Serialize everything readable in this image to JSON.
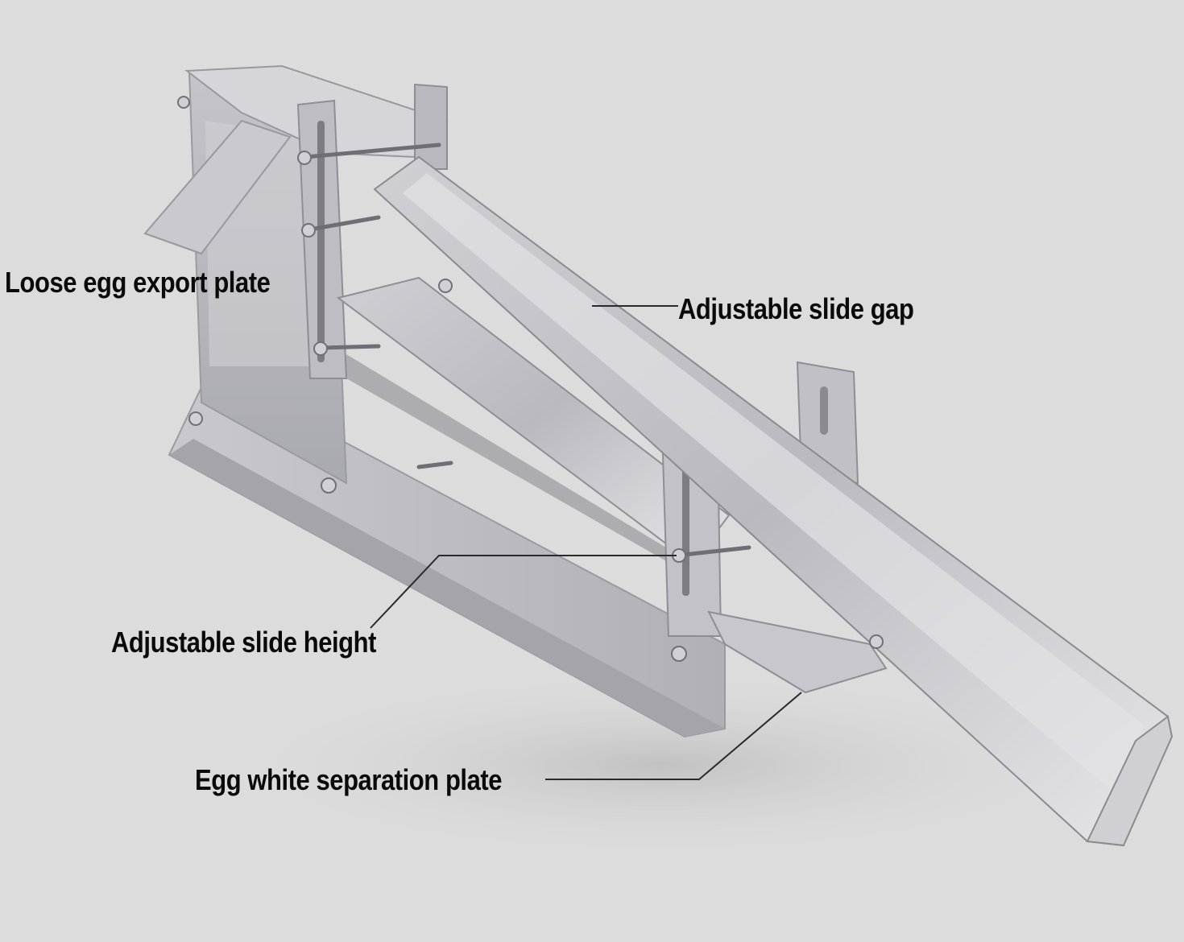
{
  "labels": {
    "loose_egg_export_plate": "Loose egg export plate",
    "adjustable_slide_gap": "Adjustable slide gap",
    "adjustable_slide_height": "Adjustable slide height",
    "egg_white_separation_plate": "Egg white separation plate"
  },
  "colors": {
    "background": "#dcdcdc",
    "metal_light": "#d8d8dc",
    "metal_mid": "#b4b4ba",
    "metal_dark": "#8c8c92",
    "leader_line": "#2a2a2a"
  }
}
